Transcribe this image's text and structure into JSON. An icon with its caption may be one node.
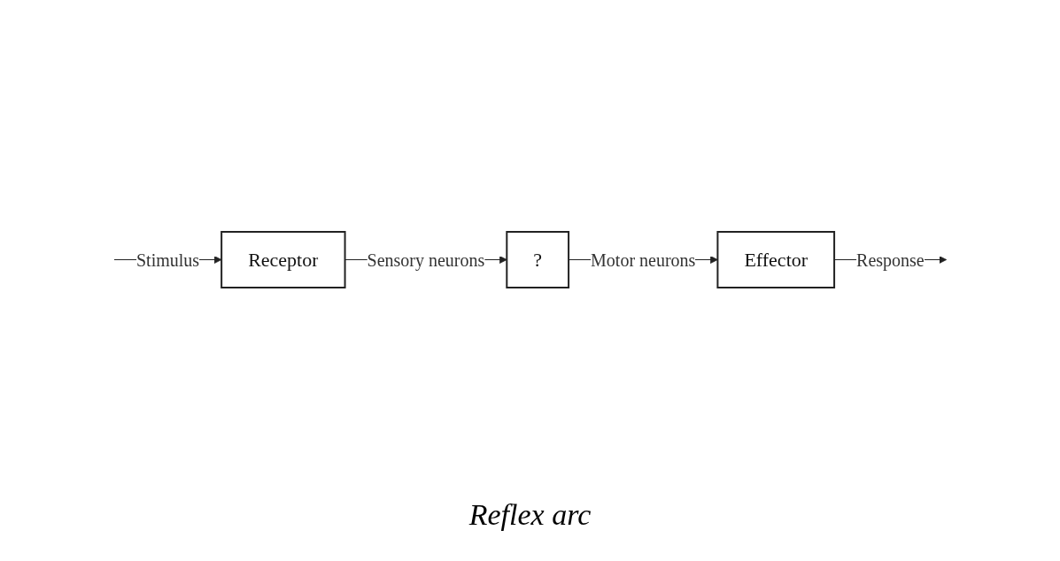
{
  "diagram": {
    "caption": "Reflex arc",
    "nodes": [
      {
        "text": [
          "Receptor"
        ]
      },
      {
        "text": [
          "?"
        ]
      },
      {
        "text": [
          "Effector"
        ]
      }
    ],
    "edges": [
      {
        "from": null,
        "to": 0,
        "arrow": "to",
        "label": "Stimulus"
      },
      {
        "from": 0,
        "to": 1,
        "arrow": "to",
        "label": "Sensory neurons"
      },
      {
        "from": 1,
        "to": 2,
        "arrow": "to",
        "label": "Motor neurons"
      },
      {
        "from": 2,
        "to": null,
        "arrow": "to",
        "label": "Response"
      }
    ]
  }
}
